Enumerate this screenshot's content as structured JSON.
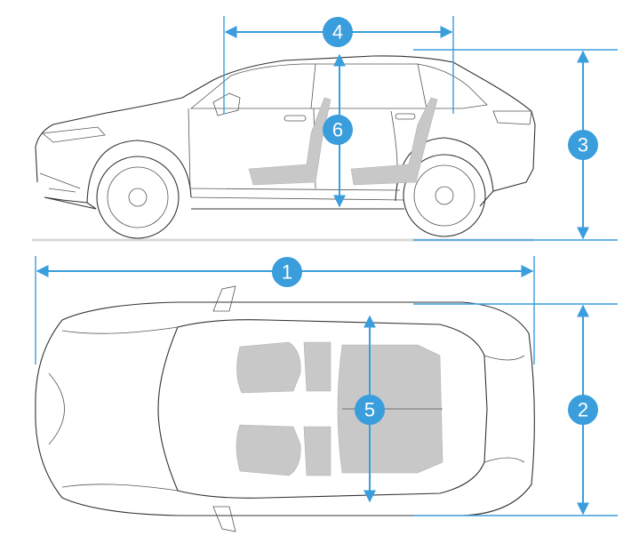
{
  "colors": {
    "accent": "#3a9ddc",
    "outline": "#333333",
    "seat": "#c8c8c8"
  },
  "markers": [
    {
      "id": "1",
      "label": "1",
      "meaning": "overall-length"
    },
    {
      "id": "2",
      "label": "2",
      "meaning": "overall-width"
    },
    {
      "id": "3",
      "label": "3",
      "meaning": "overall-height"
    },
    {
      "id": "4",
      "label": "4",
      "meaning": "wheelbase"
    },
    {
      "id": "5",
      "label": "5",
      "meaning": "interior-width"
    },
    {
      "id": "6",
      "label": "6",
      "meaning": "interior-height"
    }
  ]
}
